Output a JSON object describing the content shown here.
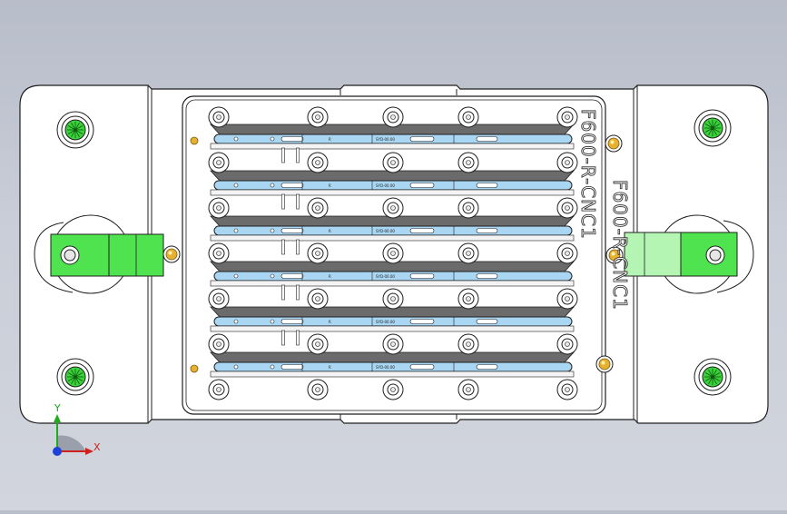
{
  "viewport": {
    "engraving_1": "F600-R-CNC1",
    "engraving_2": "F600-R-CNC1",
    "slot_tag_left": "R",
    "slot_tag_right": "SYD-00.00",
    "colors": {
      "background": "#c3c8d3",
      "plate": "#ffffff",
      "outline": "#1f1f1f",
      "part_blue": "#a9d6f2",
      "clamp_green": "#4fe34f",
      "clamp_green_light": "#b4f5b4",
      "screw_green": "#3bd13b",
      "pin_gold": "#e6b030",
      "groove_dark": "#6b6b6b"
    },
    "icons": [
      "socket-screw-icon",
      "locating-pin-icon",
      "clamp-icon",
      "coordinate-triad-icon"
    ]
  },
  "triad": {
    "y_label": "Y",
    "x_label": "X"
  }
}
